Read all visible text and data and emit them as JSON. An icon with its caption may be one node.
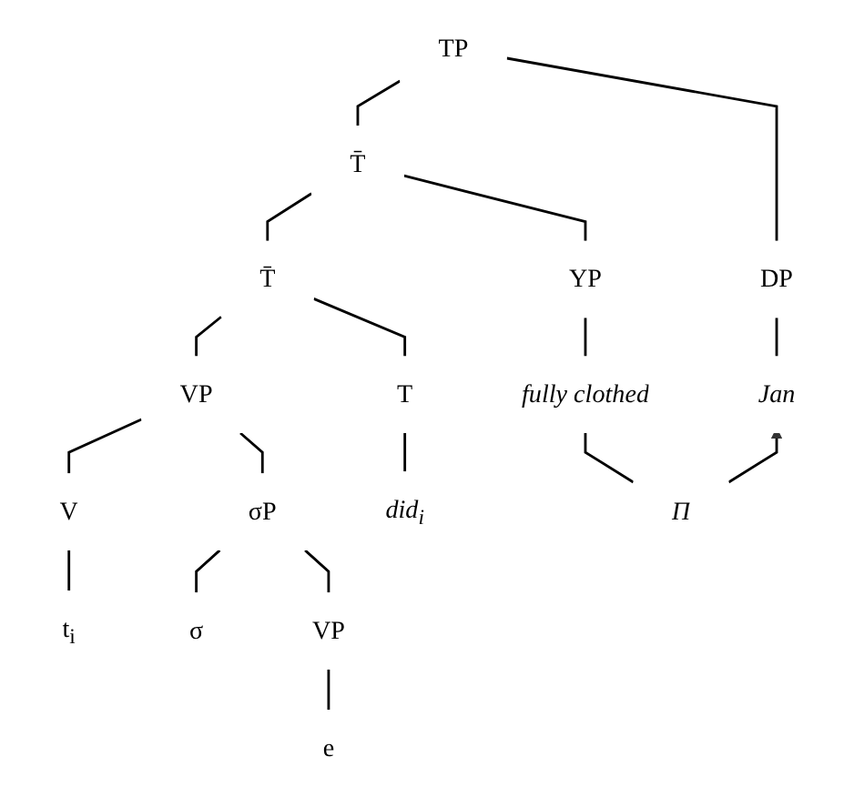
{
  "diagram": {
    "nodes": [
      {
        "text": [
          "TP"
        ]
      },
      {
        "text": [
          "DP"
        ]
      },
      {
        "text": [
          "T̄"
        ]
      },
      {
        "text": [
          "Jan"
        ]
      },
      {
        "text": [
          "T̄"
        ]
      },
      {
        "text": [
          "YP"
        ]
      },
      {
        "text": [
          "VP"
        ]
      },
      {
        "text": [
          "T"
        ]
      },
      {
        "text": [
          "fully clothed"
        ]
      },
      {
        "text": [
          "V"
        ]
      },
      {
        "text": [
          "σP"
        ]
      },
      {
        "text": [
          "did$_{i}$"
        ]
      },
      {
        "text": [
          "t$_{i}$"
        ]
      },
      {
        "text": [
          "σ"
        ]
      },
      {
        "text": [
          "VP"
        ]
      },
      {
        "text": [
          "e"
        ]
      },
      {
        "text": [
          "Π"
        ]
      }
    ],
    "edges": [
      {
        "from": 0,
        "to": 1,
        "arrow": "none"
      },
      {
        "from": 0,
        "to": 2,
        "arrow": "none"
      },
      {
        "from": 1,
        "to": 3,
        "arrow": "none"
      },
      {
        "from": 2,
        "to": 4,
        "arrow": "none"
      },
      {
        "from": 2,
        "to": 5,
        "arrow": "none"
      },
      {
        "from": 4,
        "to": 7,
        "arrow": "none"
      },
      {
        "from": 4,
        "to": 6,
        "arrow": "none"
      },
      {
        "from": 5,
        "to": 8,
        "arrow": "none"
      },
      {
        "from": 7,
        "to": 11,
        "arrow": "none"
      },
      {
        "from": 6,
        "to": 9,
        "arrow": "none"
      },
      {
        "from": 6,
        "to": 10,
        "arrow": "none"
      },
      {
        "from": 9,
        "to": 12,
        "arrow": "none"
      },
      {
        "from": 10,
        "to": 13,
        "arrow": "none"
      },
      {
        "from": 10,
        "to": 14,
        "arrow": "none"
      },
      {
        "from": 14,
        "to": 15,
        "arrow": "none"
      },
      {
        "from": 8,
        "to": 16,
        "arrow": "none"
      },
      {
        "from": 16,
        "to": 3,
        "arrow": "to"
      }
    ]
  }
}
